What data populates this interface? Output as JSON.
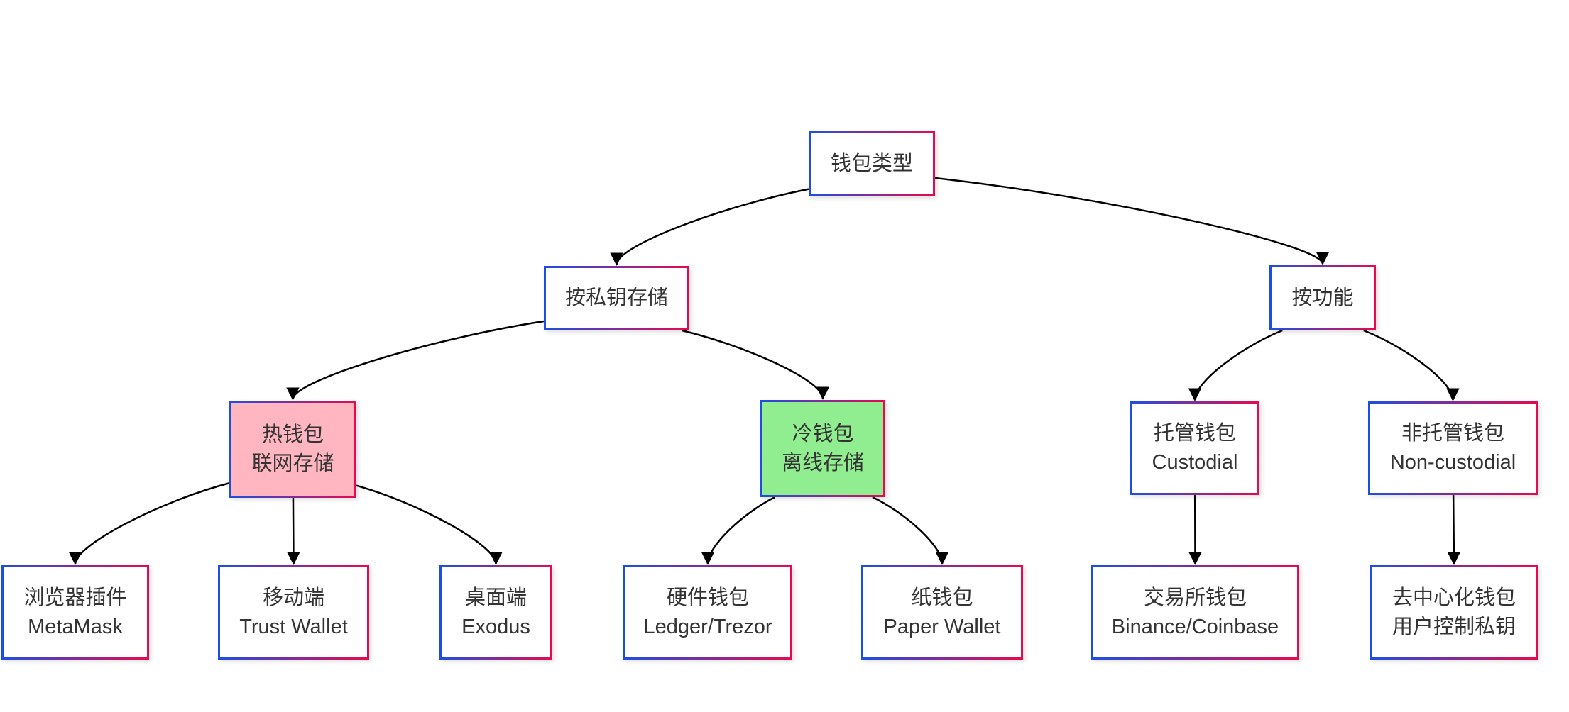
{
  "diagram": {
    "type": "flowchart",
    "direction": "top-down",
    "nodes": [
      {
        "id": "root",
        "lines": [
          "钱包类型"
        ],
        "fill": "#ffffff"
      },
      {
        "id": "storage",
        "lines": [
          "按私钥存储"
        ],
        "fill": "#ffffff"
      },
      {
        "id": "function",
        "lines": [
          "按功能"
        ],
        "fill": "#ffffff"
      },
      {
        "id": "hot",
        "lines": [
          "热钱包",
          "联网存储"
        ],
        "fill": "#ffb6c1"
      },
      {
        "id": "cold",
        "lines": [
          "冷钱包",
          "离线存储"
        ],
        "fill": "#90ee90"
      },
      {
        "id": "custodial",
        "lines": [
          "托管钱包",
          "Custodial"
        ],
        "fill": "#ffffff"
      },
      {
        "id": "noncustodial",
        "lines": [
          "非托管钱包",
          "Non-custodial"
        ],
        "fill": "#ffffff"
      },
      {
        "id": "browser",
        "lines": [
          "浏览器插件",
          "MetaMask"
        ],
        "fill": "#ffffff"
      },
      {
        "id": "mobile",
        "lines": [
          "移动端",
          "Trust Wallet"
        ],
        "fill": "#ffffff"
      },
      {
        "id": "desktop",
        "lines": [
          "桌面端",
          "Exodus"
        ],
        "fill": "#ffffff"
      },
      {
        "id": "hardware",
        "lines": [
          "硬件钱包",
          "Ledger/Trezor"
        ],
        "fill": "#ffffff"
      },
      {
        "id": "paper",
        "lines": [
          "纸钱包",
          "Paper Wallet"
        ],
        "fill": "#ffffff"
      },
      {
        "id": "exchange",
        "lines": [
          "交易所钱包",
          "Binance/Coinbase"
        ],
        "fill": "#ffffff"
      },
      {
        "id": "decentralized",
        "lines": [
          "去中心化钱包",
          "用户控制私钥"
        ],
        "fill": "#ffffff"
      }
    ],
    "edges": [
      {
        "from": "root",
        "to": "storage"
      },
      {
        "from": "root",
        "to": "function"
      },
      {
        "from": "storage",
        "to": "hot"
      },
      {
        "from": "storage",
        "to": "cold"
      },
      {
        "from": "hot",
        "to": "browser"
      },
      {
        "from": "hot",
        "to": "mobile"
      },
      {
        "from": "hot",
        "to": "desktop"
      },
      {
        "from": "cold",
        "to": "hardware"
      },
      {
        "from": "cold",
        "to": "paper"
      },
      {
        "from": "function",
        "to": "custodial"
      },
      {
        "from": "function",
        "to": "noncustodial"
      },
      {
        "from": "custodial",
        "to": "exchange"
      },
      {
        "from": "noncustodial",
        "to": "decentralized"
      }
    ],
    "colors": {
      "border_gradient_start": "#1e4ee0",
      "border_gradient_end": "#e60a50",
      "hot_fill": "#ffb6c1",
      "cold_fill": "#90ee90",
      "node_fill": "#ffffff",
      "edge_color": "#000000",
      "text_color": "#333333",
      "background": "#ffffff"
    }
  }
}
